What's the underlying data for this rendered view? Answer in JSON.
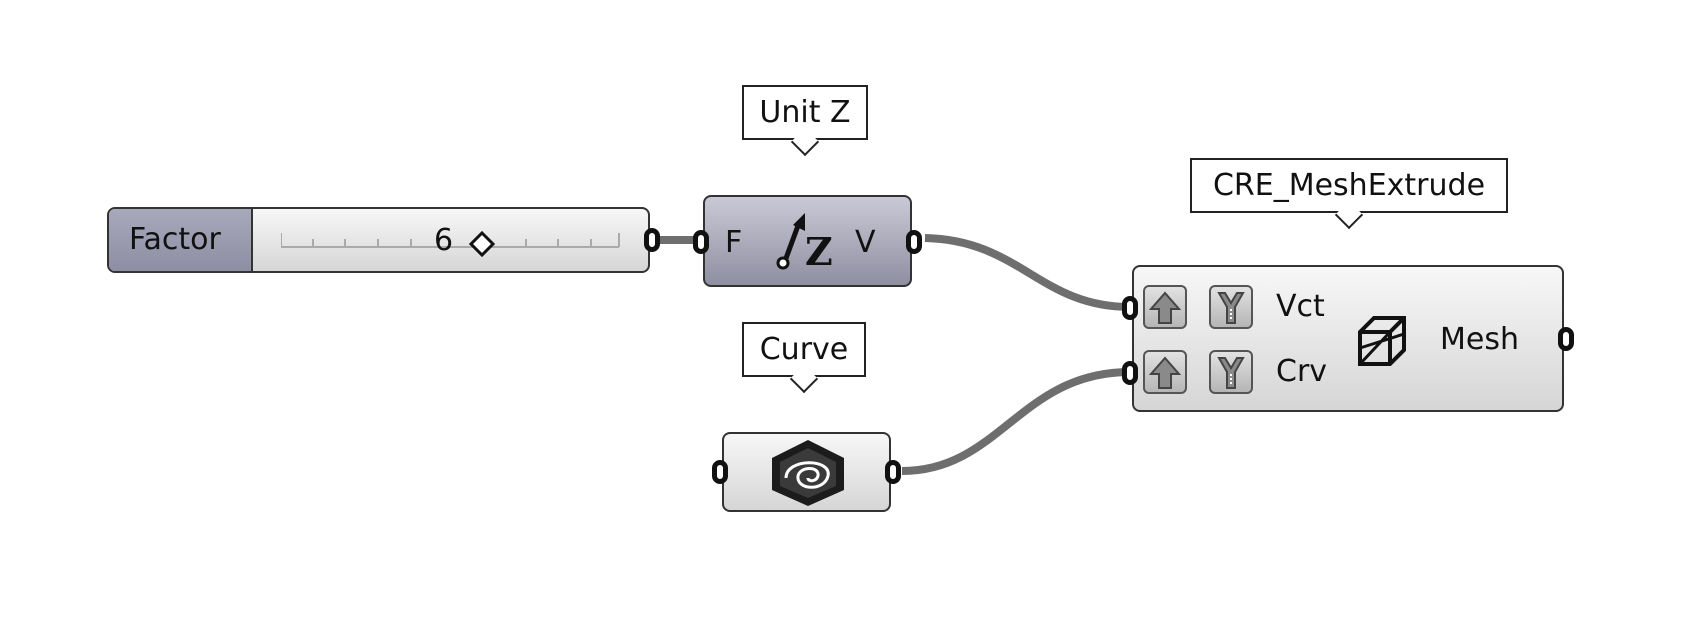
{
  "tags": {
    "unit_z": "Unit Z",
    "curve": "Curve",
    "mesh_extrude": "CRE_MeshExtrude"
  },
  "slider": {
    "label": "Factor",
    "value": "6"
  },
  "unit_z_node": {
    "input": "F",
    "output": "V",
    "icon": "unit-z-vector-icon"
  },
  "curve_node": {
    "icon": "curve-param-icon"
  },
  "mesh_extrude_node": {
    "inputs": [
      "Vct",
      "Crv"
    ],
    "output": "Mesh",
    "icon": "mesh-box-icon"
  },
  "colors": {
    "wire": "#6e6e6e",
    "node_light": "#e6e6e6",
    "node_dark": "#a3a3b4",
    "outline": "#222222"
  }
}
